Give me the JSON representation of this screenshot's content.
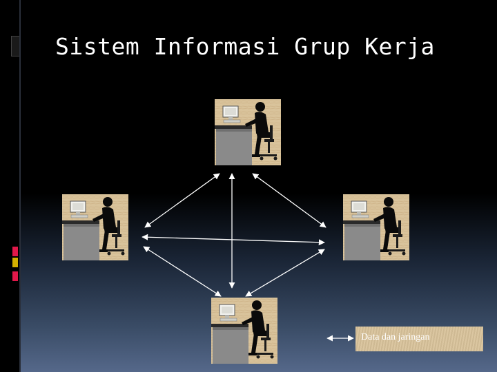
{
  "slide": {
    "title": "Sistem Informasi Grup Kerja"
  },
  "legend": {
    "label": "Data dan jaringan",
    "icon": "double-arrow-icon"
  },
  "diagram": {
    "nodes": [
      {
        "id": "workstation-top",
        "icon": "person-at-computer-icon"
      },
      {
        "id": "workstation-left",
        "icon": "person-at-computer-icon"
      },
      {
        "id": "workstation-right",
        "icon": "person-at-computer-icon"
      },
      {
        "id": "workstation-bottom",
        "icon": "person-at-computer-icon"
      }
    ],
    "connections": [
      [
        "workstation-top",
        "workstation-left"
      ],
      [
        "workstation-top",
        "workstation-right"
      ],
      [
        "workstation-top",
        "workstation-bottom"
      ],
      [
        "workstation-left",
        "workstation-right"
      ],
      [
        "workstation-left",
        "workstation-bottom"
      ],
      [
        "workstation-right",
        "workstation-bottom"
      ]
    ]
  },
  "colors": {
    "background_top": "#000000",
    "background_bottom": "#55688a",
    "title": "#ffffff",
    "card": "#d9c39b",
    "accent_red": "#e2184a",
    "accent_yellow": "#d4b000",
    "accent_gray": "#8a8f99"
  }
}
